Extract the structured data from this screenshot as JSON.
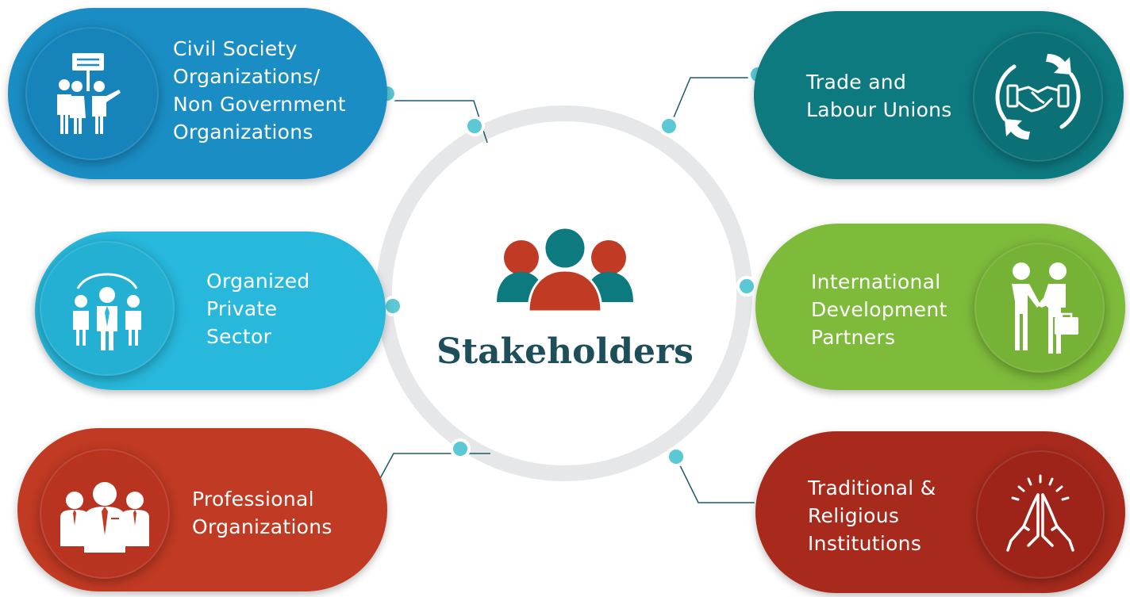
{
  "title": "Stakeholders",
  "colors": {
    "ring": "#e6e7e9",
    "connector": "#1d5a68",
    "dot": "#5bc8d6",
    "title": "#1d4e5a"
  },
  "stakeholders": [
    {
      "lines": [
        "Civil Society",
        "Organizations/",
        "Non Government",
        "Organizations"
      ],
      "icon": "protest-group-icon",
      "color": "#1a8dc4"
    },
    {
      "lines": [
        "Organized",
        "Private",
        "Sector"
      ],
      "icon": "business-team-icon",
      "color": "#27b8dc"
    },
    {
      "lines": [
        "Professional",
        "Organizations"
      ],
      "icon": "professionals-icon",
      "color": "#c13a23"
    },
    {
      "lines": [
        "Trade and",
        "Labour Unions"
      ],
      "icon": "handshake-cycle-icon",
      "color": "#0d7a80"
    },
    {
      "lines": [
        "International",
        "Development",
        "Partners"
      ],
      "icon": "partners-handshake-icon",
      "color": "#7ebb3b"
    },
    {
      "lines": [
        "Traditional &",
        "Religious",
        "Institutions"
      ],
      "icon": "praying-hands-icon",
      "color": "#a82a1d"
    }
  ]
}
